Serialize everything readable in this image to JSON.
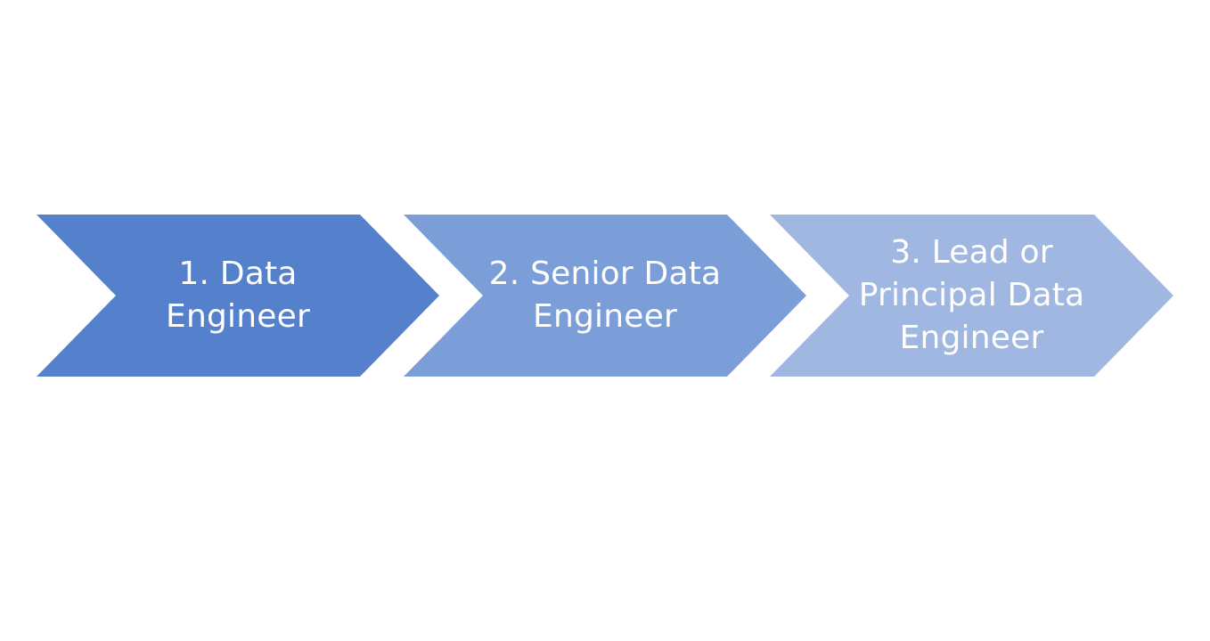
{
  "steps": [
    {
      "label": "1. Data\nEngineer",
      "color": "#5580CB"
    },
    {
      "label": "2. Senior Data\nEngineer",
      "color": "#7C9ED8"
    },
    {
      "label": "3. Lead or\nPrincipal Data\nEngineer",
      "color": "#A0B7E2"
    }
  ]
}
